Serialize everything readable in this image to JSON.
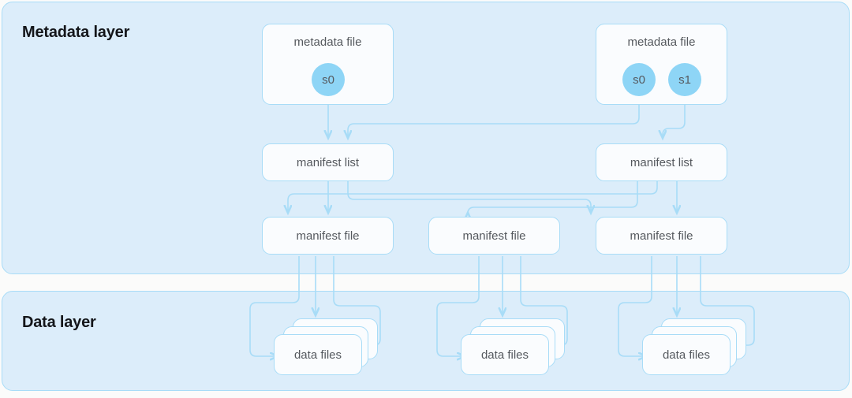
{
  "diagram": {
    "title_metadata_layer": "Metadata layer",
    "title_data_layer": "Data layer",
    "colors": {
      "panel_fill": "#dcedfa",
      "panel_border": "#a8dcf7",
      "node_fill": "#fafcfe",
      "node_border": "#a8dcf7",
      "snapshot_circle": "#8ed5f6",
      "connector": "#a8dcf7",
      "text": "#55595e",
      "title_text": "#14161a",
      "page_background": "#fbfbfa"
    }
  },
  "metadata_layer": {
    "metadata_files": [
      {
        "label": "metadata file",
        "snapshots": [
          {
            "label": "s0"
          }
        ]
      },
      {
        "label": "metadata file",
        "snapshots": [
          {
            "label": "s0"
          },
          {
            "label": "s1"
          }
        ]
      }
    ],
    "manifest_lists": [
      {
        "label": "manifest list"
      },
      {
        "label": "manifest list"
      }
    ],
    "manifest_files": [
      {
        "label": "manifest file"
      },
      {
        "label": "manifest file"
      },
      {
        "label": "manifest file"
      }
    ]
  },
  "data_layer": {
    "data_file_groups": [
      {
        "label": "data files",
        "stack_count": 3
      },
      {
        "label": "data files",
        "stack_count": 3
      },
      {
        "label": "data files",
        "stack_count": 3
      }
    ]
  }
}
